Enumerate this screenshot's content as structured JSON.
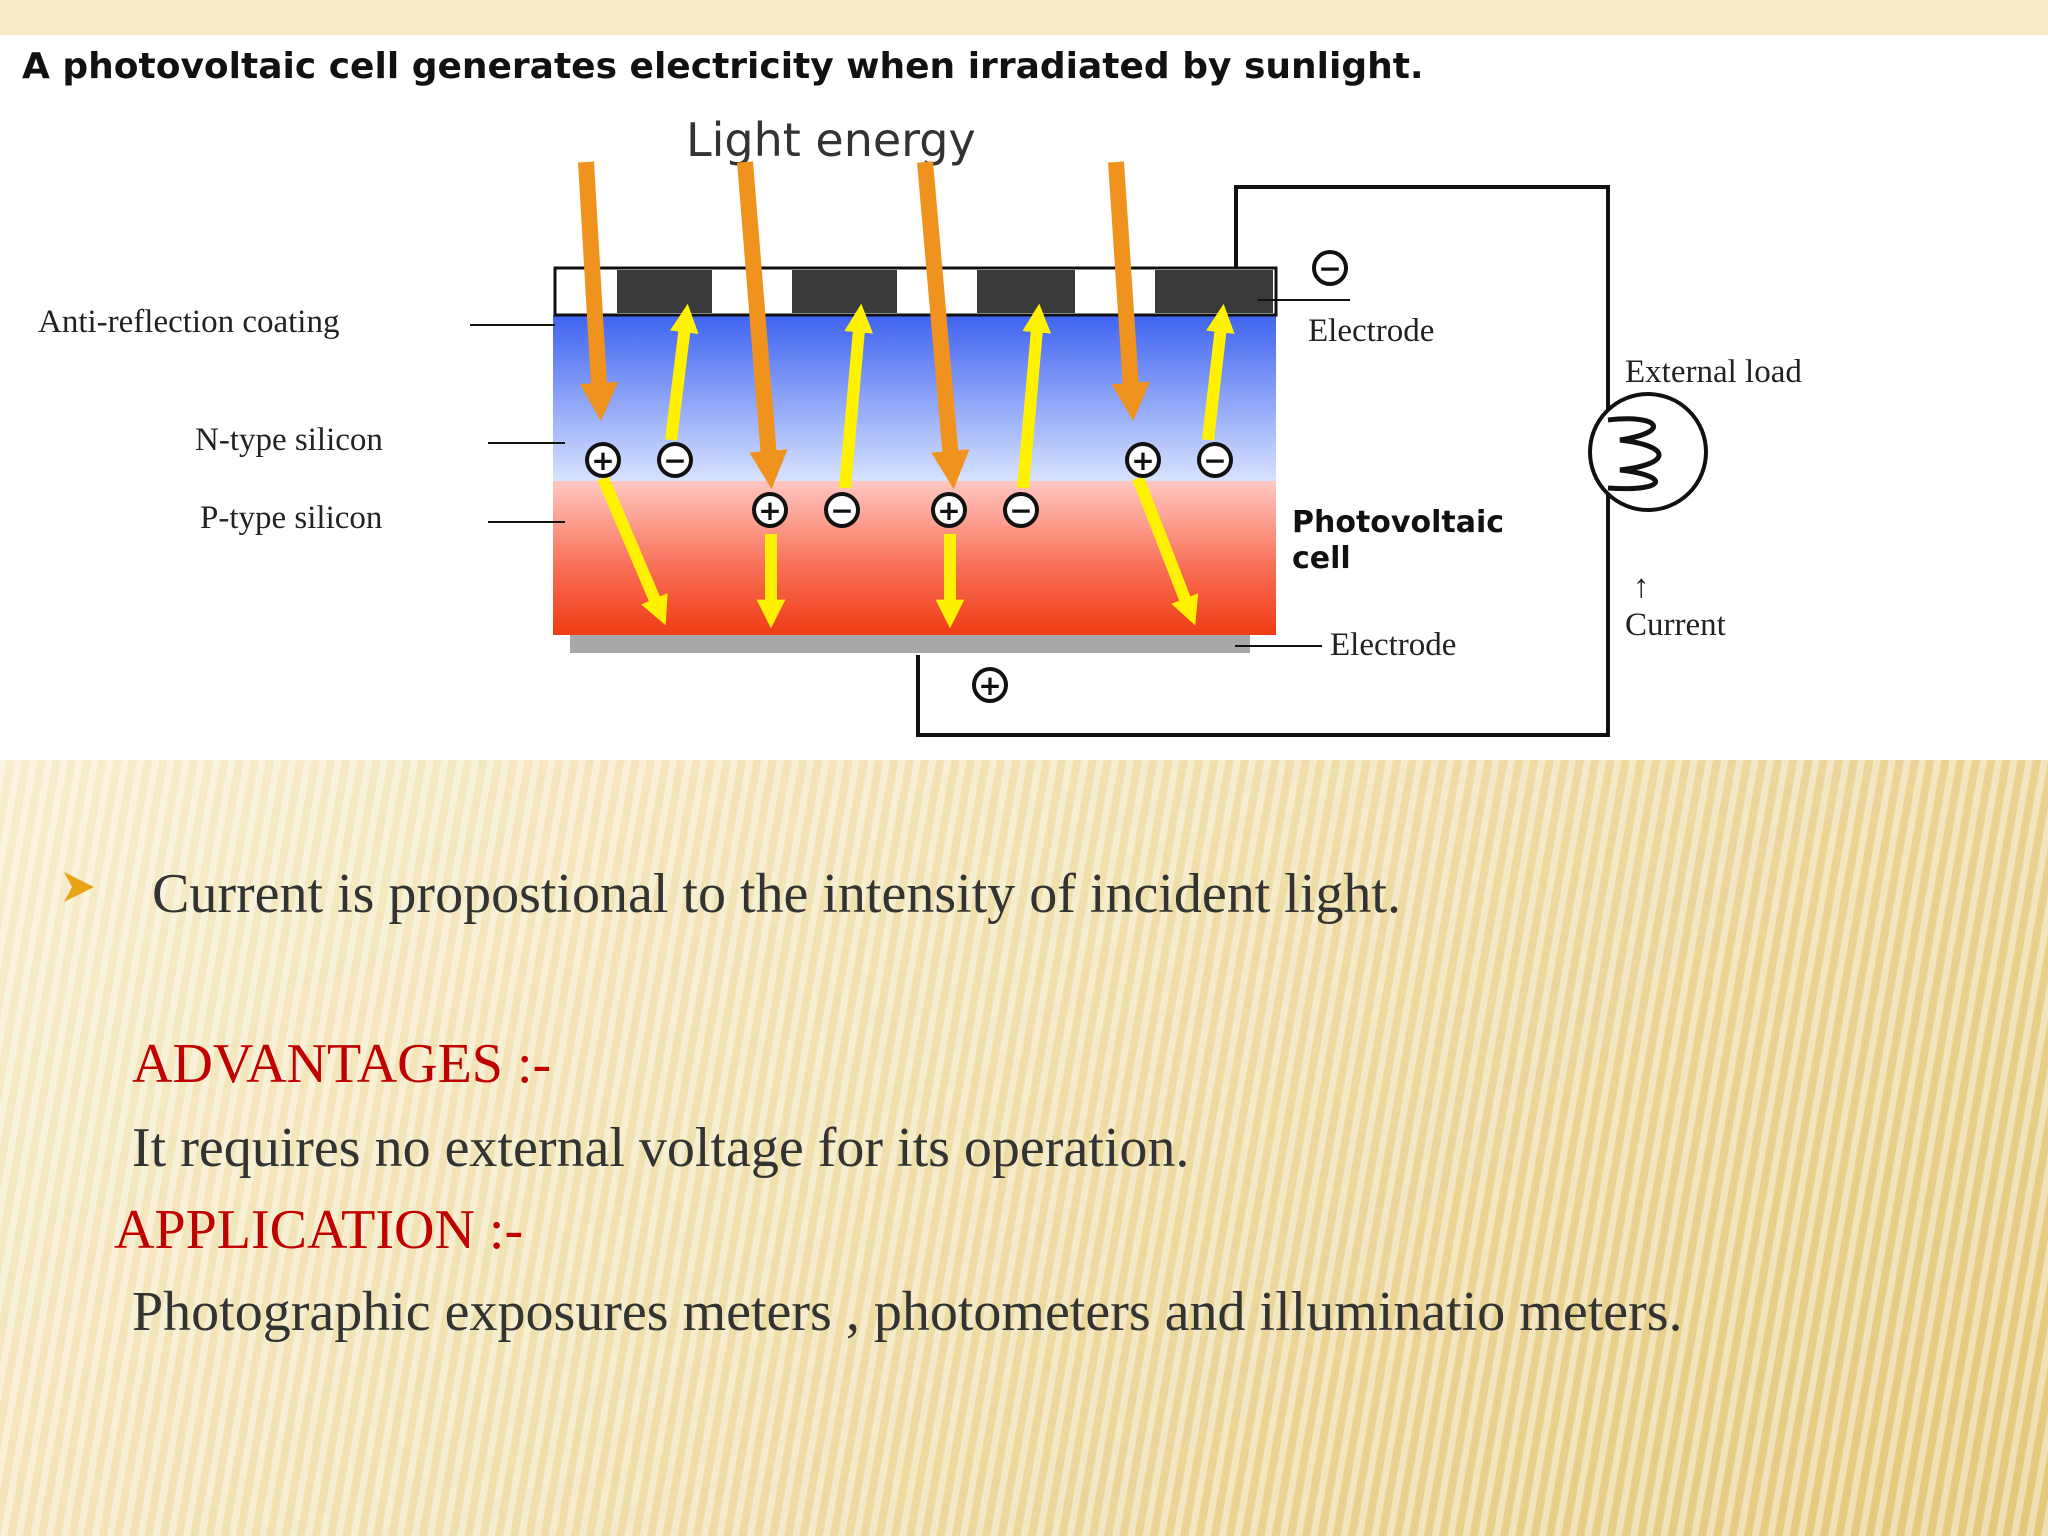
{
  "diagram": {
    "caption": "A photovoltaic cell generates electricity when irradiated by sunlight.",
    "light_energy": "Light energy",
    "anti_reflection": "Anti-reflection coating",
    "n_type": "N-type silicon",
    "p_type": "P-type silicon",
    "electrode_top": "Electrode",
    "electrode_bottom": "Electrode",
    "external_load": "External load",
    "photovoltaic_line1": "Photovoltaic",
    "photovoltaic_line2": "cell",
    "current": "Current",
    "current_arrow": "↑",
    "plus": "+",
    "minus": "−"
  },
  "body": {
    "bullet_text": "Current is propostional to the intensity of incident light.",
    "advantages_heading": "ADVANTAGES :-",
    "advantages_text": "It requires no external voltage  for  its operation.",
    "application_heading": "APPLICATION :-",
    "application_text": "Photographic exposures meters , photometers and illuminatio meters."
  },
  "colors": {
    "heading_red": "#c00000",
    "body_text": "#333333",
    "bullet_orange": "#e8a317",
    "arrow_orange": "#f0931e",
    "arrow_yellow": "#fff200"
  }
}
